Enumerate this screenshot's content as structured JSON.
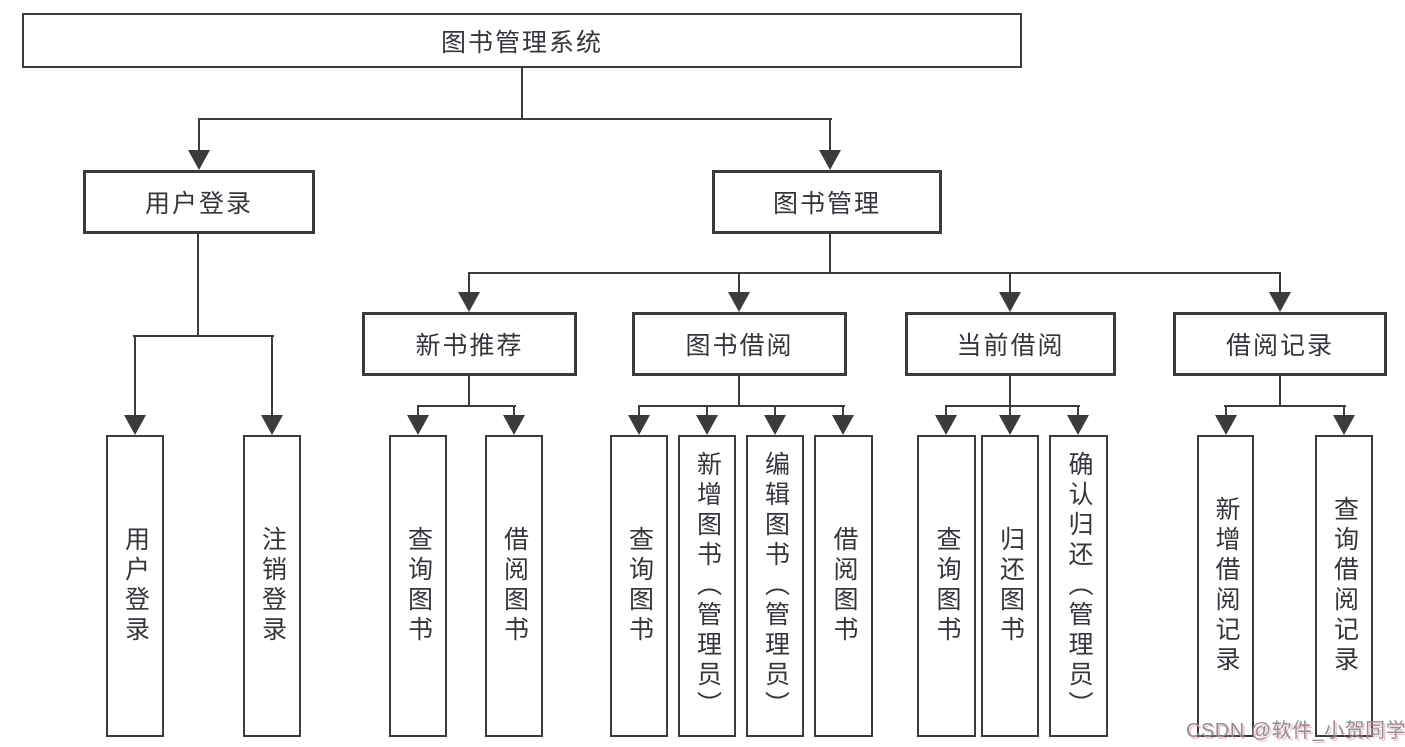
{
  "title": "图书管理系统",
  "tree": {
    "label": "图书管理系统",
    "children": [
      {
        "label": "用户登录",
        "children": [
          {
            "label": "用户登录"
          },
          {
            "label": "注销登录"
          }
        ]
      },
      {
        "label": "图书管理",
        "children": [
          {
            "label": "新书推荐",
            "children": [
              {
                "label": "查询图书"
              },
              {
                "label": "借阅图书"
              }
            ]
          },
          {
            "label": "图书借阅",
            "children": [
              {
                "label": "查询图书"
              },
              {
                "label": "新增图书（管理员）"
              },
              {
                "label": "编辑图书（管理员）"
              },
              {
                "label": "借阅图书"
              }
            ]
          },
          {
            "label": "当前借阅",
            "children": [
              {
                "label": "查询图书"
              },
              {
                "label": "归还图书"
              },
              {
                "label": "确认归还（管理员）"
              }
            ]
          },
          {
            "label": "借阅记录",
            "children": [
              {
                "label": "新增借阅记录"
              },
              {
                "label": "查询借阅记录"
              }
            ]
          }
        ]
      }
    ]
  },
  "watermark": {
    "text": "CSDN @软件_小贺同学"
  },
  "colors": {
    "background": "#ffffff",
    "border": "#3b3b3b",
    "line": "#3b3b3b",
    "text": "#35353c",
    "watermark": "#8f9099",
    "watermark_shadow": "#f08c8c"
  }
}
